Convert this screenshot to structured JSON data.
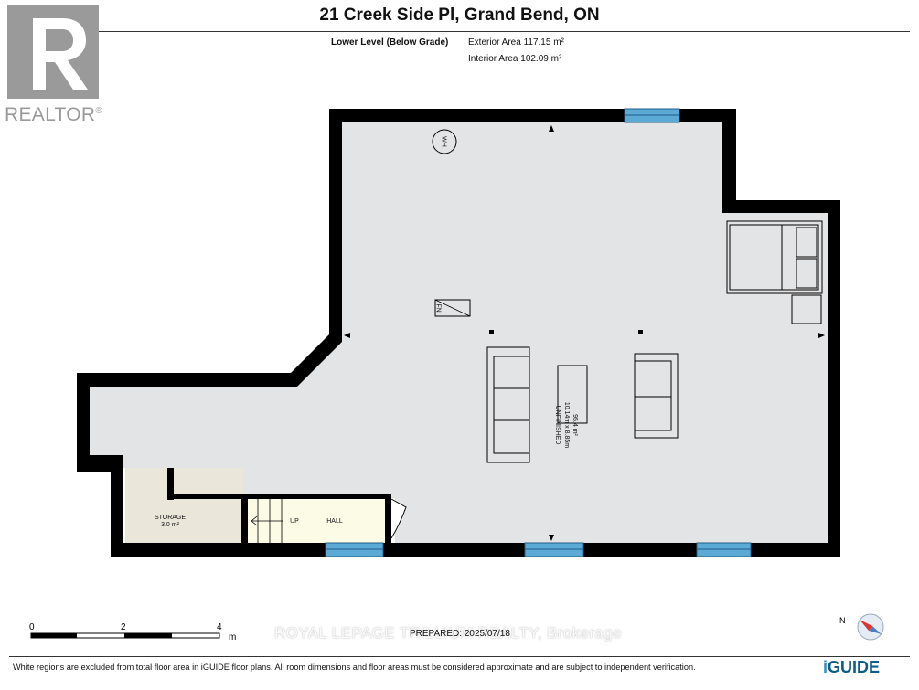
{
  "header": {
    "address": "21 Creek Side Pl, Grand Bend, ON",
    "level_label": "Lower Level (Below Grade)",
    "exterior_area": "Exterior Area 117.15 m²",
    "interior_area": "Interior Area 102.09 m²"
  },
  "logo": {
    "text": "REALTOR",
    "mark": "®",
    "icon": "realtor-r-icon"
  },
  "plan": {
    "fixtures": {
      "water_heater": "WH",
      "furnace": "FN"
    },
    "rooms": {
      "storage_name": "STORAGE",
      "storage_area": "3.0 m²",
      "hall_name": "HALL",
      "stair_label": "UP",
      "unfinished_name": "UNFINISHED",
      "unfinished_dims": "10.14m x 8.85m",
      "unfinished_area": "95.4 m²"
    }
  },
  "scale": {
    "ticks": [
      "0",
      "2",
      "4"
    ],
    "unit": "m"
  },
  "watermark": "ROYAL LEPAGE TRILLIUM REALTY, Brokerage",
  "prepared": "PREPARED: 2025/07/18",
  "footer": {
    "disclaimer": "White regions are excluded from total floor area in iGUIDE floor plans. All room dimensions and floor areas must be considered approximate and are subject to independent verification.",
    "brand_i": "i",
    "brand_rest": "GUIDE",
    "compass_label": "N"
  },
  "colors": {
    "wall": "#000000",
    "floor": "#e3e4e6",
    "storage": "#ebe6da",
    "hall": "#fcfbe6",
    "window": "#5aaad5"
  }
}
